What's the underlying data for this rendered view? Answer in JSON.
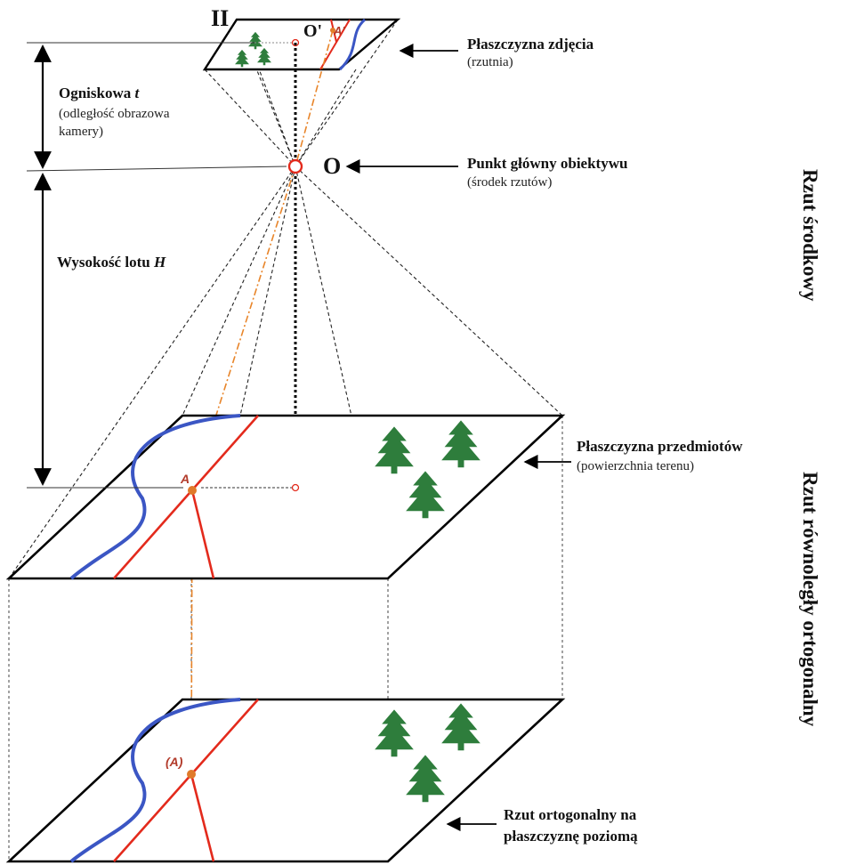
{
  "labels": {
    "plane_top_id": "II",
    "photo_plane_title": "Płaszczyzna zdjęcia",
    "photo_plane_sub": "(rzutnia)",
    "focal_title_main": "Ogniskowa",
    "focal_title_var": "t",
    "focal_sub_1": "(odległość obrazowa",
    "focal_sub_2": "kamery)",
    "center_letter": "O",
    "center_title": "Punkt główny obiektywu",
    "center_sub": "(środek rzutów)",
    "image_center_letter": "O'",
    "image_point_letter": "A'",
    "height_title_main": "Wysokość lotu",
    "height_title_var": "H",
    "object_plane_title": "Płaszczyzna przedmiotów",
    "object_plane_sub": "(powierzchnia terenu)",
    "ground_point_letter": "A",
    "ortho_point_letter": "(A)",
    "ortho_title_1": "Rzut ortogonalny na",
    "ortho_title_2": "płaszczyznę poziomą",
    "central_projection": "Rzut środkowy",
    "parallel_projection": "Rzut równoległy ortogonalny"
  },
  "colors": {
    "river": "#3b56c4",
    "road": "#e32a1c",
    "tree": "#2e7d3c",
    "ray": "#e8852a",
    "point": "#e07a2a"
  },
  "icons": [
    "arrow-left-icon",
    "tree-icon",
    "double-arrow-icon"
  ]
}
